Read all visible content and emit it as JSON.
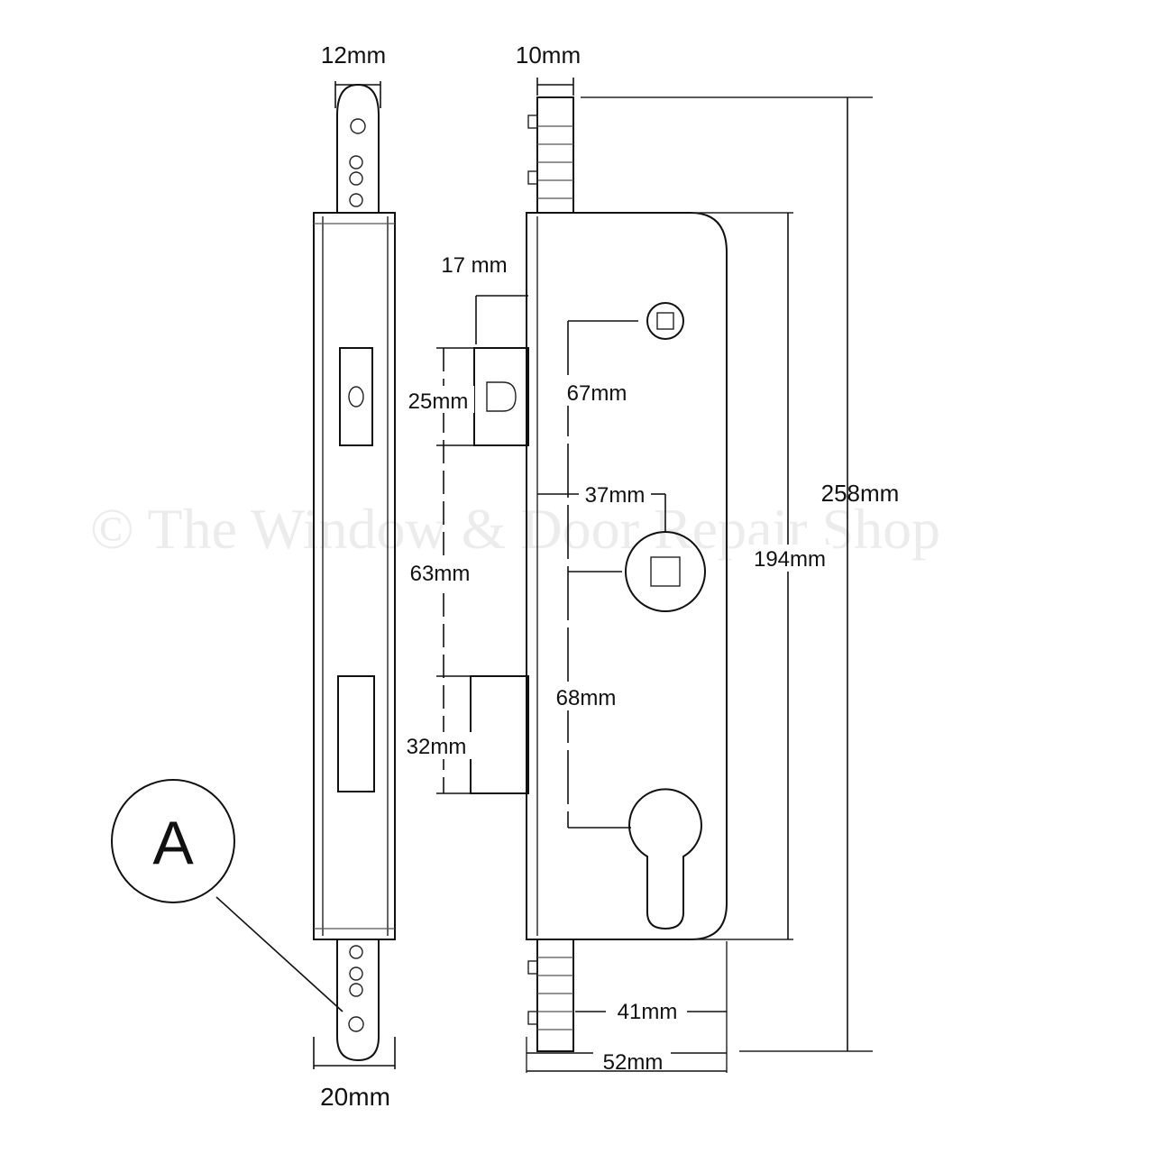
{
  "watermark": "© The Window & Door Repair Shop",
  "callout": {
    "letter": "A"
  },
  "dimensions": {
    "faceplate_width_top": "12mm",
    "faceplate_width_bottom": "20mm",
    "forend_thickness": "10mm",
    "latch_projection": "17 mm",
    "latch_height": "25mm",
    "spindle_to_top_square": "67mm",
    "backset_spindle": "37mm",
    "latch_to_deadbolt": "63mm",
    "spindle_to_cylinder": "68mm",
    "deadbolt_height": "32mm",
    "case_height": "194mm",
    "overall_height": "258mm",
    "backset_cylinder": "41mm",
    "case_depth": "52mm"
  }
}
